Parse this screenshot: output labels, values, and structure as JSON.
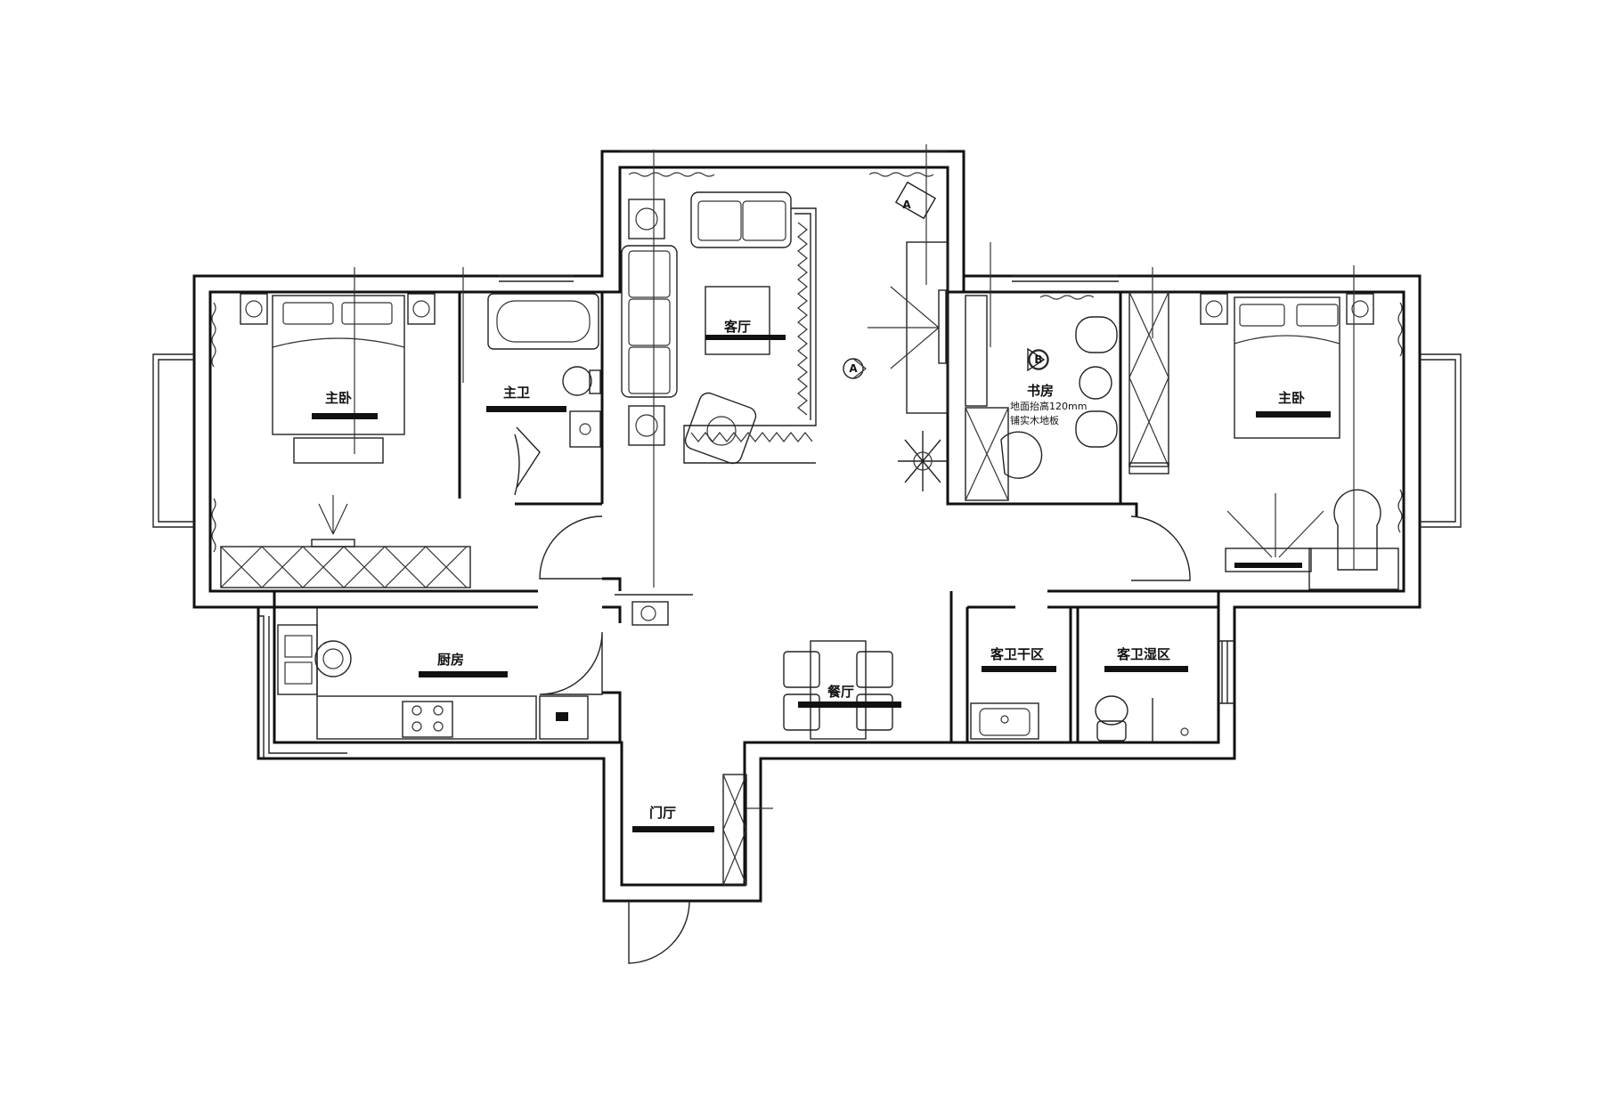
{
  "rooms": {
    "living_room": "客厅",
    "master_bedroom_left": "主卧",
    "master_bath": "主卫",
    "kitchen": "厨房",
    "dining_room": "餐厅",
    "foyer": "门厅",
    "study": "书房",
    "master_bedroom_right": "主卧",
    "guest_bath_dry": "客卫干区",
    "guest_bath_wet": "客卫湿区"
  },
  "notes": {
    "study_line1": "地面抬高120mm",
    "study_line2": "铺实木地板"
  },
  "markers": {
    "a": "A",
    "b": "B"
  }
}
